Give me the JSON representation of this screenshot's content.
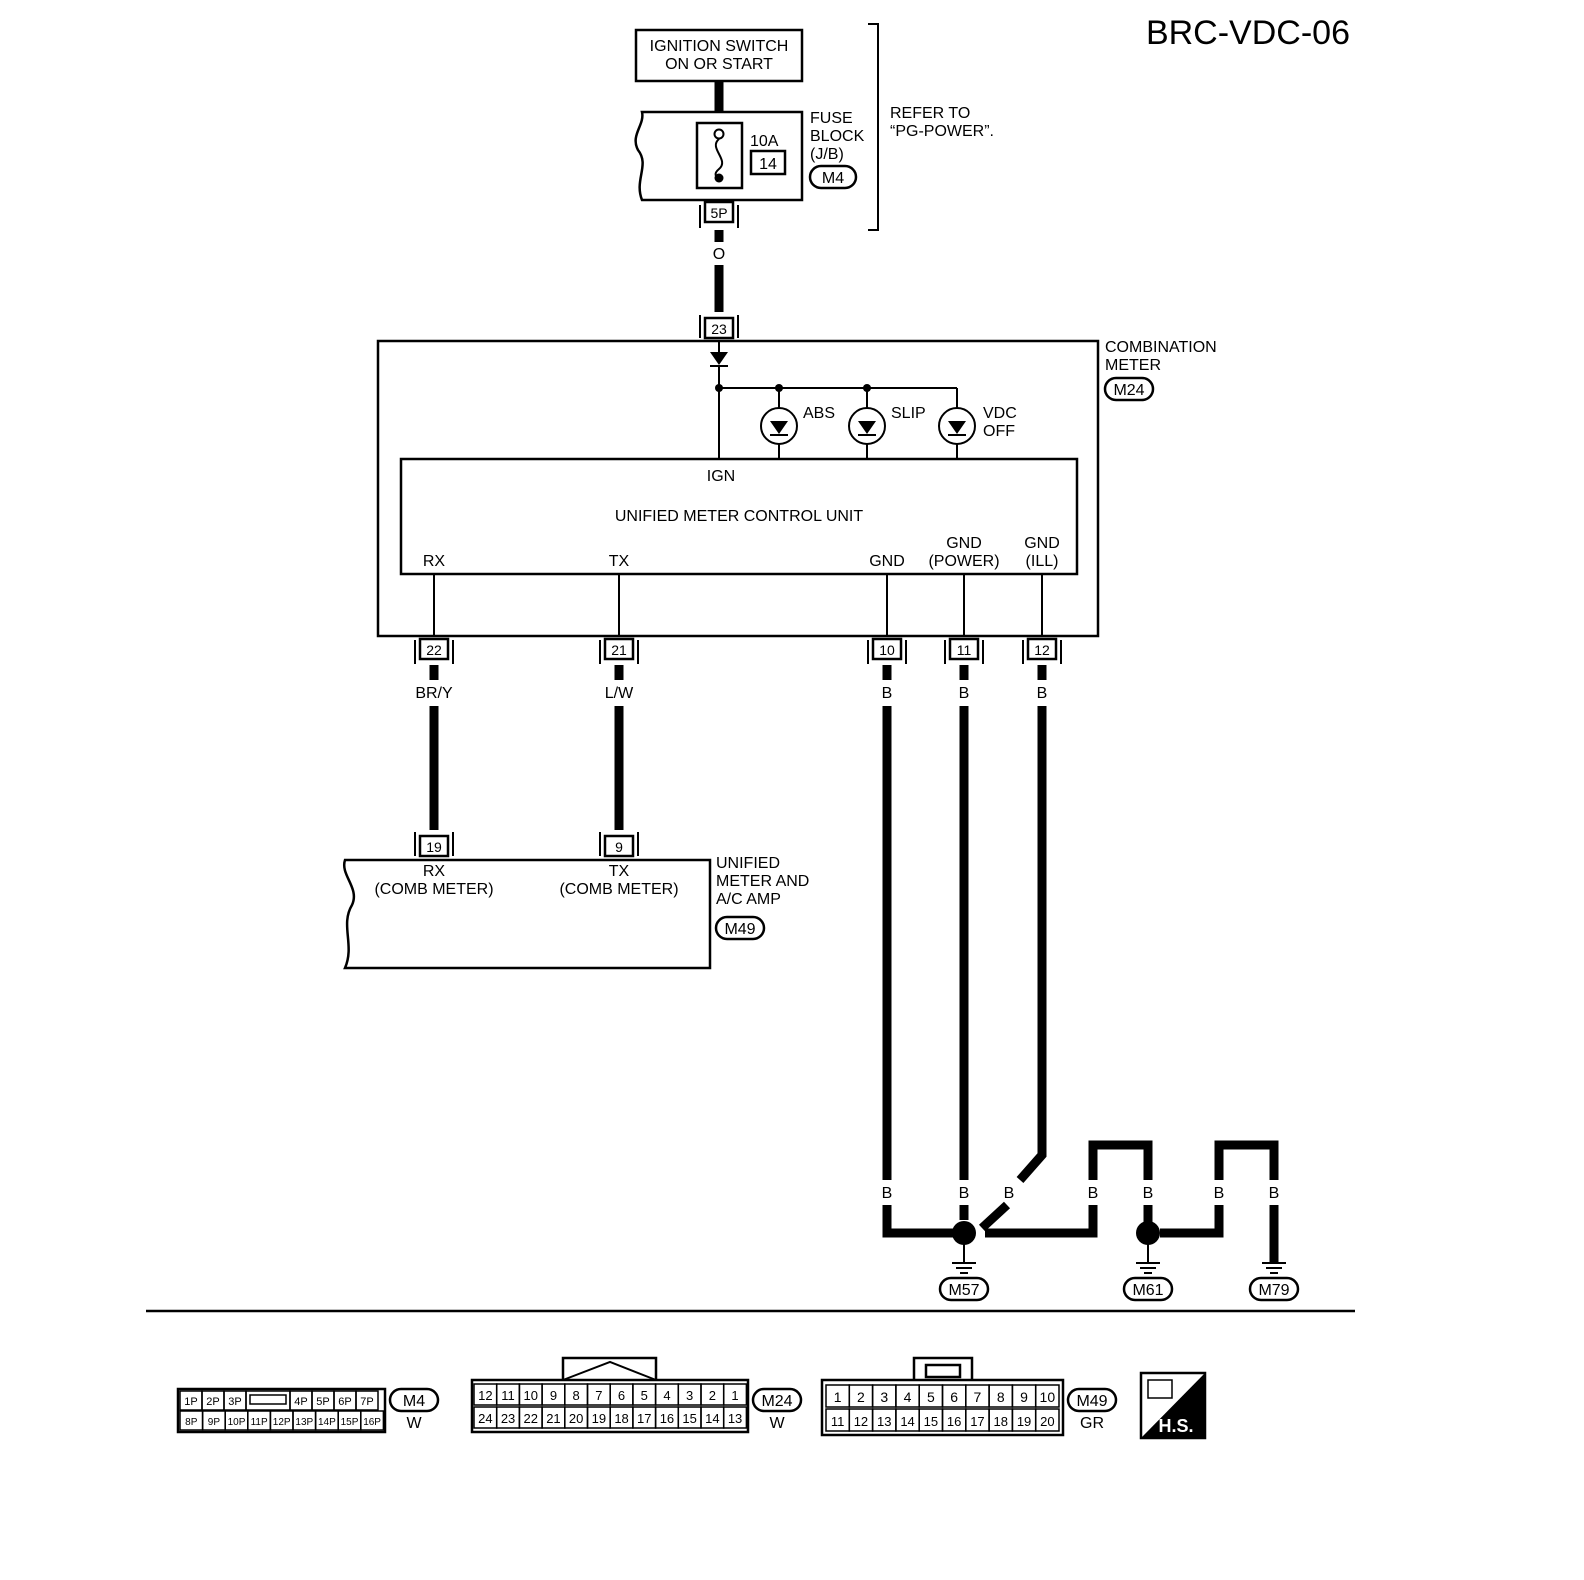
{
  "diagram_id": "BRC-VDC-06",
  "ignition_switch": {
    "line1": "IGNITION SWITCH",
    "line2": "ON OR START"
  },
  "fuse_block": {
    "line1": "FUSE",
    "line2": "BLOCK",
    "line3": "(J/B)",
    "connector": "M4",
    "fuse_rating": "10A",
    "fuse_number": "14",
    "terminal": "5P"
  },
  "refer": {
    "line1": "REFER TO",
    "line2": "“PG-POWER”."
  },
  "wire_colors": {
    "power": "O",
    "rx": "BR/Y",
    "tx": "L/W",
    "ground": "B"
  },
  "combination_meter": {
    "line1": "COMBINATION",
    "line2": "METER",
    "connector": "M24",
    "input_terminal": "23",
    "lamps": [
      {
        "label": "ABS"
      },
      {
        "label": "SLIP"
      },
      {
        "label_line1": "VDC",
        "label_line2": "OFF"
      }
    ]
  },
  "control_unit": {
    "title": "UNIFIED METER CONTROL UNIT",
    "ign": "IGN",
    "pins": {
      "rx": {
        "label": "RX",
        "terminal": "22"
      },
      "tx": {
        "label": "TX",
        "terminal": "21"
      },
      "gnd": {
        "label": "GND",
        "terminal": "10"
      },
      "gnd_power": {
        "label1": "GND",
        "label2": "(POWER)",
        "terminal": "11"
      },
      "gnd_ill": {
        "label1": "GND",
        "label2": "(ILL)",
        "terminal": "12"
      }
    }
  },
  "amp": {
    "line1": "UNIFIED",
    "line2": "METER AND",
    "line3": "A/C AMP",
    "connector": "M49",
    "rx": {
      "terminal": "19",
      "label1": "RX",
      "label2": "(COMB METER)"
    },
    "tx": {
      "terminal": "9",
      "label1": "TX",
      "label2": "(COMB METER)"
    }
  },
  "grounds": [
    "M57",
    "M61",
    "M79"
  ],
  "connectors": {
    "m4": {
      "name": "M4",
      "color": "W",
      "top": [
        "1P",
        "2P",
        "3P",
        "",
        "4P",
        "5P",
        "6P",
        "7P"
      ],
      "bottom": [
        "8P",
        "9P",
        "10P",
        "11P",
        "12P",
        "13P",
        "14P",
        "15P",
        "16P"
      ]
    },
    "m24": {
      "name": "M24",
      "color": "W",
      "top": [
        "12",
        "11",
        "10",
        "9",
        "8",
        "7",
        "6",
        "5",
        "4",
        "3",
        "2",
        "1"
      ],
      "bottom": [
        "24",
        "23",
        "22",
        "21",
        "20",
        "19",
        "18",
        "17",
        "16",
        "15",
        "14",
        "13"
      ]
    },
    "m49": {
      "name": "M49",
      "color": "GR",
      "top": [
        "1",
        "2",
        "3",
        "4",
        "5",
        "6",
        "7",
        "8",
        "9",
        "10"
      ],
      "bottom": [
        "11",
        "12",
        "13",
        "14",
        "15",
        "16",
        "17",
        "18",
        "19",
        "20"
      ]
    }
  },
  "hs_logo": "H.S."
}
